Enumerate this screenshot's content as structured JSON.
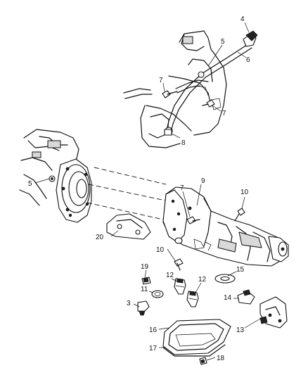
{
  "callouts": [
    {
      "id": "c4",
      "text": "4"
    },
    {
      "id": "c5a",
      "text": "5"
    },
    {
      "id": "c6",
      "text": "6"
    },
    {
      "id": "c7a",
      "text": "7"
    },
    {
      "id": "c7b",
      "text": "7"
    },
    {
      "id": "c8",
      "text": "8"
    },
    {
      "id": "c5b",
      "text": "5"
    },
    {
      "id": "c7c",
      "text": "7"
    },
    {
      "id": "c9",
      "text": "9"
    },
    {
      "id": "c10a",
      "text": "10"
    },
    {
      "id": "c20",
      "text": "20"
    },
    {
      "id": "c10b",
      "text": "10"
    },
    {
      "id": "c19",
      "text": "19"
    },
    {
      "id": "c12a",
      "text": "12"
    },
    {
      "id": "c12b",
      "text": "12"
    },
    {
      "id": "c15",
      "text": "15"
    },
    {
      "id": "c11",
      "text": "11"
    },
    {
      "id": "c3",
      "text": "3"
    },
    {
      "id": "c14",
      "text": "14"
    },
    {
      "id": "c13",
      "text": "13"
    },
    {
      "id": "c16",
      "text": "16"
    },
    {
      "id": "c17",
      "text": "17"
    },
    {
      "id": "c18",
      "text": "18"
    }
  ]
}
